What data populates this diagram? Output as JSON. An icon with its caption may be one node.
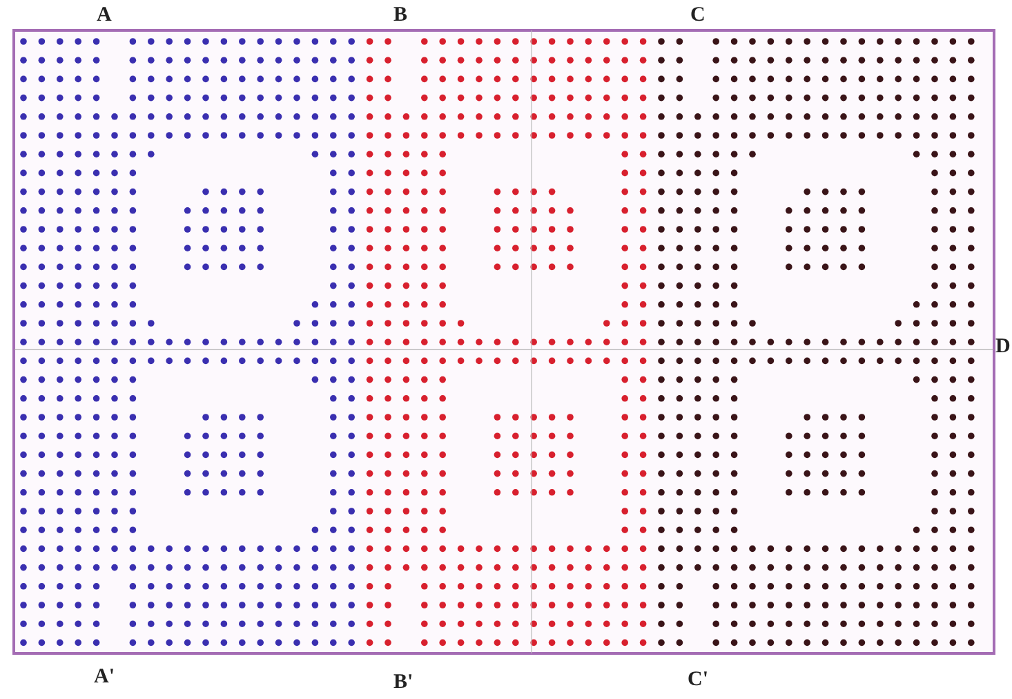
{
  "diagram": {
    "labels": [
      "A",
      "B",
      "C",
      "D",
      "A'",
      "B'",
      "C'"
    ]
  }
}
